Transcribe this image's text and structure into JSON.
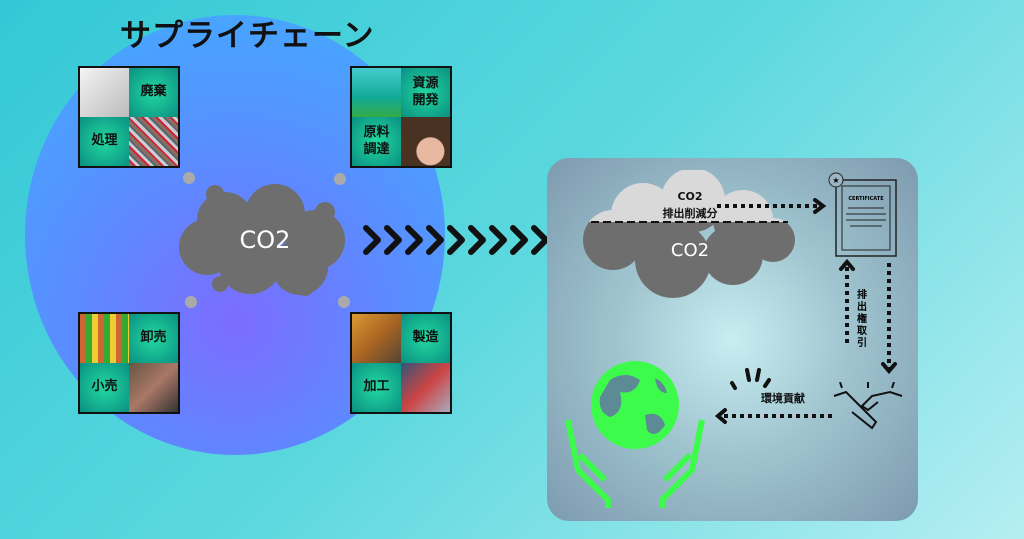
{
  "title": "サプライチェーン",
  "tiles": {
    "disposal": {
      "label1": "廃棄",
      "label2": "処理"
    },
    "resources": {
      "label1": "資源\n開発",
      "label2": "原料\n調達"
    },
    "wholesale": {
      "label1": "卸売",
      "label2": "小売"
    },
    "manufacturing": {
      "label1": "製造",
      "label2": "加工"
    }
  },
  "left_cloud": "CO2",
  "right_cloud": {
    "top_line1": "CO2",
    "top_line2": "排出削減分",
    "bottom": "CO2"
  },
  "certificate": "CERTIFICATE",
  "trade_label": "排出権取引",
  "contribution_label": "環境貢献",
  "colors": {
    "accent_green": "#3dfb4a",
    "cloud_dark": "#6e6e6e",
    "cloud_light": "#d9d9d9"
  }
}
